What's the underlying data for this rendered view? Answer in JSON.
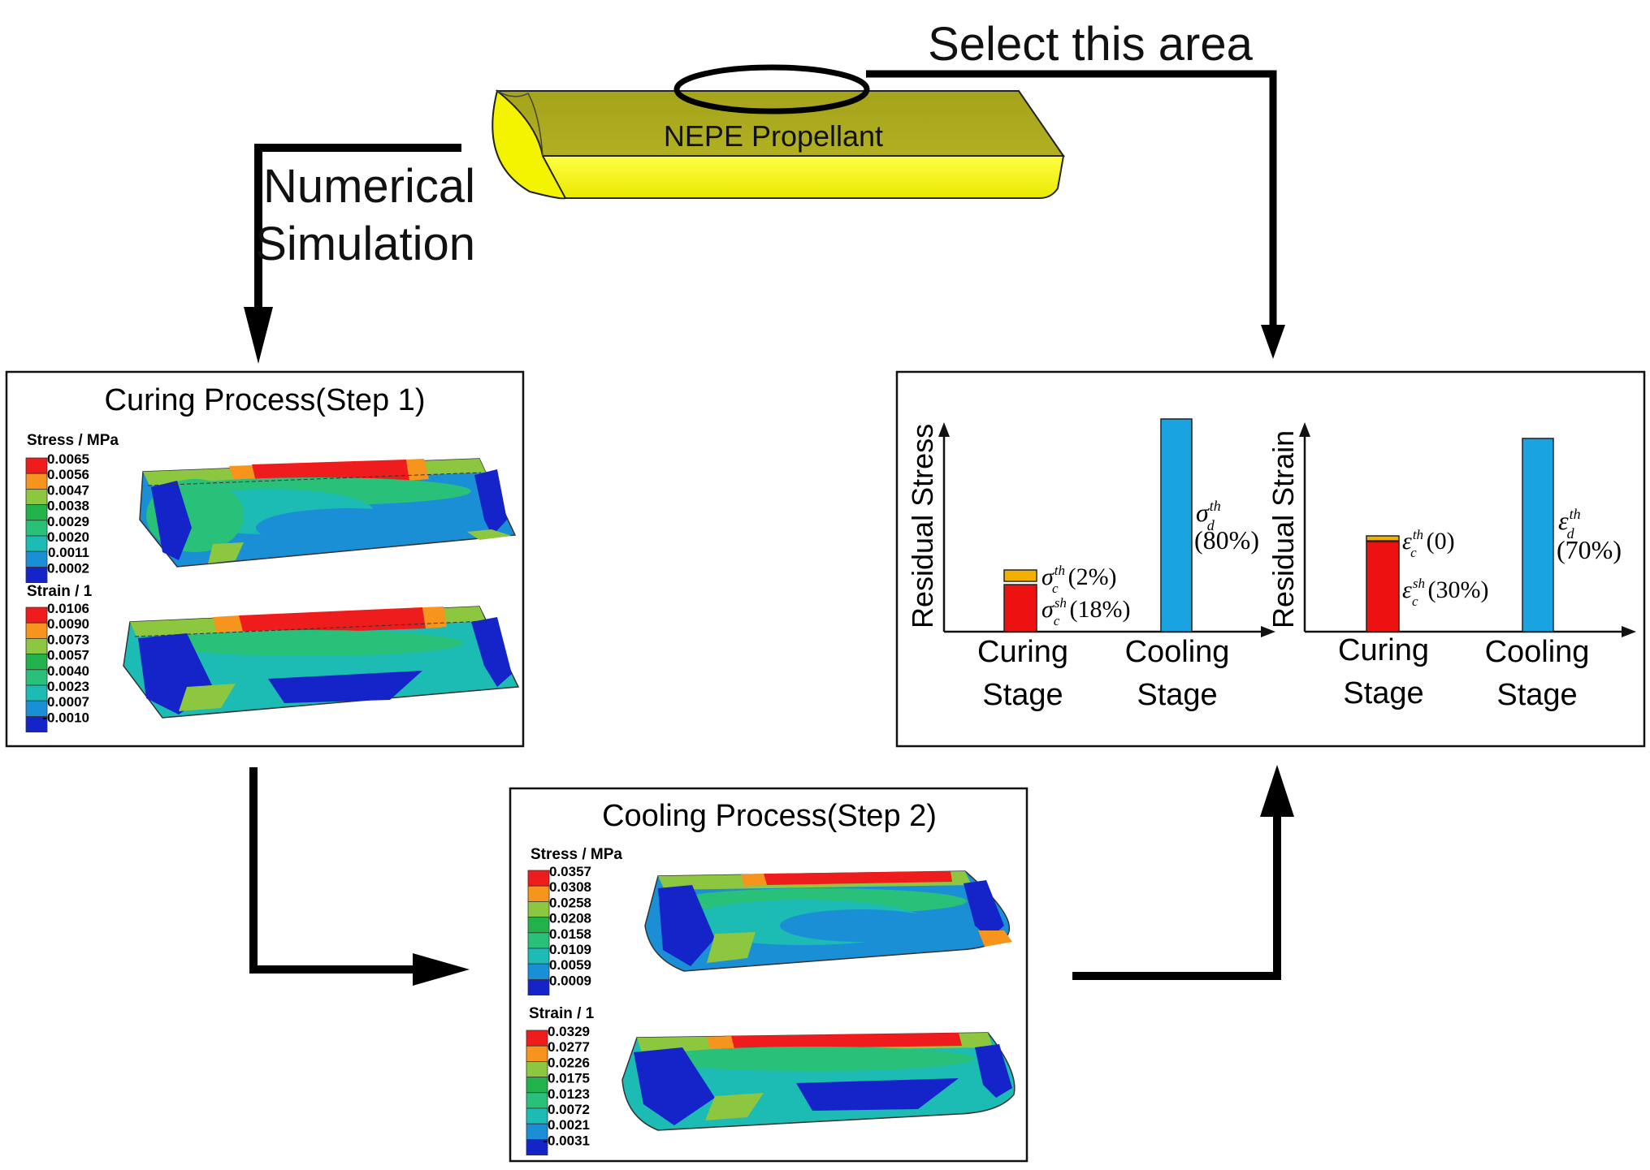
{
  "propellant": {
    "label": "NEPE Propellant",
    "select_label": "Select this area",
    "sim_label_1": "Numerical",
    "sim_label_2": "Simulation"
  },
  "curing_panel": {
    "title": "Curing Process(Step 1)",
    "stress_legend": {
      "title": "Stress / MPa",
      "values": [
        "0.0065",
        "0.0056",
        "0.0047",
        "0.0038",
        "0.0029",
        "0.0020",
        "0.0011",
        "0.0002"
      ]
    },
    "strain_legend": {
      "title": "Strain / 1",
      "values": [
        "0.0106",
        "0.0090",
        "0.0073",
        "0.0057",
        "0.0040",
        "0.0023",
        "0.0007",
        "-0.0010"
      ]
    }
  },
  "cooling_panel": {
    "title": "Cooling Process(Step 2)",
    "stress_legend": {
      "title": "Stress / MPa",
      "values": [
        "0.0357",
        "0.0308",
        "0.0258",
        "0.0208",
        "0.0158",
        "0.0109",
        "0.0059",
        "0.0009"
      ]
    },
    "strain_legend": {
      "title": "Strain / 1",
      "values": [
        "0.0329",
        "0.0277",
        "0.0226",
        "0.0175",
        "0.0123",
        "0.0072",
        "0.0021",
        "-0.0031"
      ]
    }
  },
  "legend_colors": [
    "#ee1c1c",
    "#f7941d",
    "#8dc63f",
    "#22b24c",
    "#29c07a",
    "#1cbbb4",
    "#1a8fd6",
    "#1424c8"
  ],
  "results_panel": {
    "stress_chart": {
      "ylabel": "Residual Stress",
      "cat1_line1": "Curing",
      "cat1_line2": "Stage",
      "cat2_line1": "Cooling",
      "cat2_line2": "Stage",
      "label_thermal_curing": "(2%)",
      "label_shrink_curing": "(18%)",
      "label_thermal_cooling": "(80%)",
      "sym": "σ",
      "sub_c": "c",
      "sub_d": "d",
      "sup_th": "th",
      "sup_sh": "sh"
    },
    "strain_chart": {
      "ylabel": "Residual Strain",
      "cat1_line1": "Curing",
      "cat1_line2": "Stage",
      "cat2_line1": "Cooling",
      "cat2_line2": "Stage",
      "label_thermal_curing": "(0)",
      "label_shrink_curing": "(30%)",
      "label_thermal_cooling": "(70%)",
      "sym": "ε",
      "sub_c": "c",
      "sub_d": "d",
      "sup_th": "th",
      "sup_sh": "sh"
    },
    "colors": {
      "shrinkage": "#ee1111",
      "thermal_curing": "#f2b100",
      "thermal_cooling": "#19a3e0"
    }
  }
}
